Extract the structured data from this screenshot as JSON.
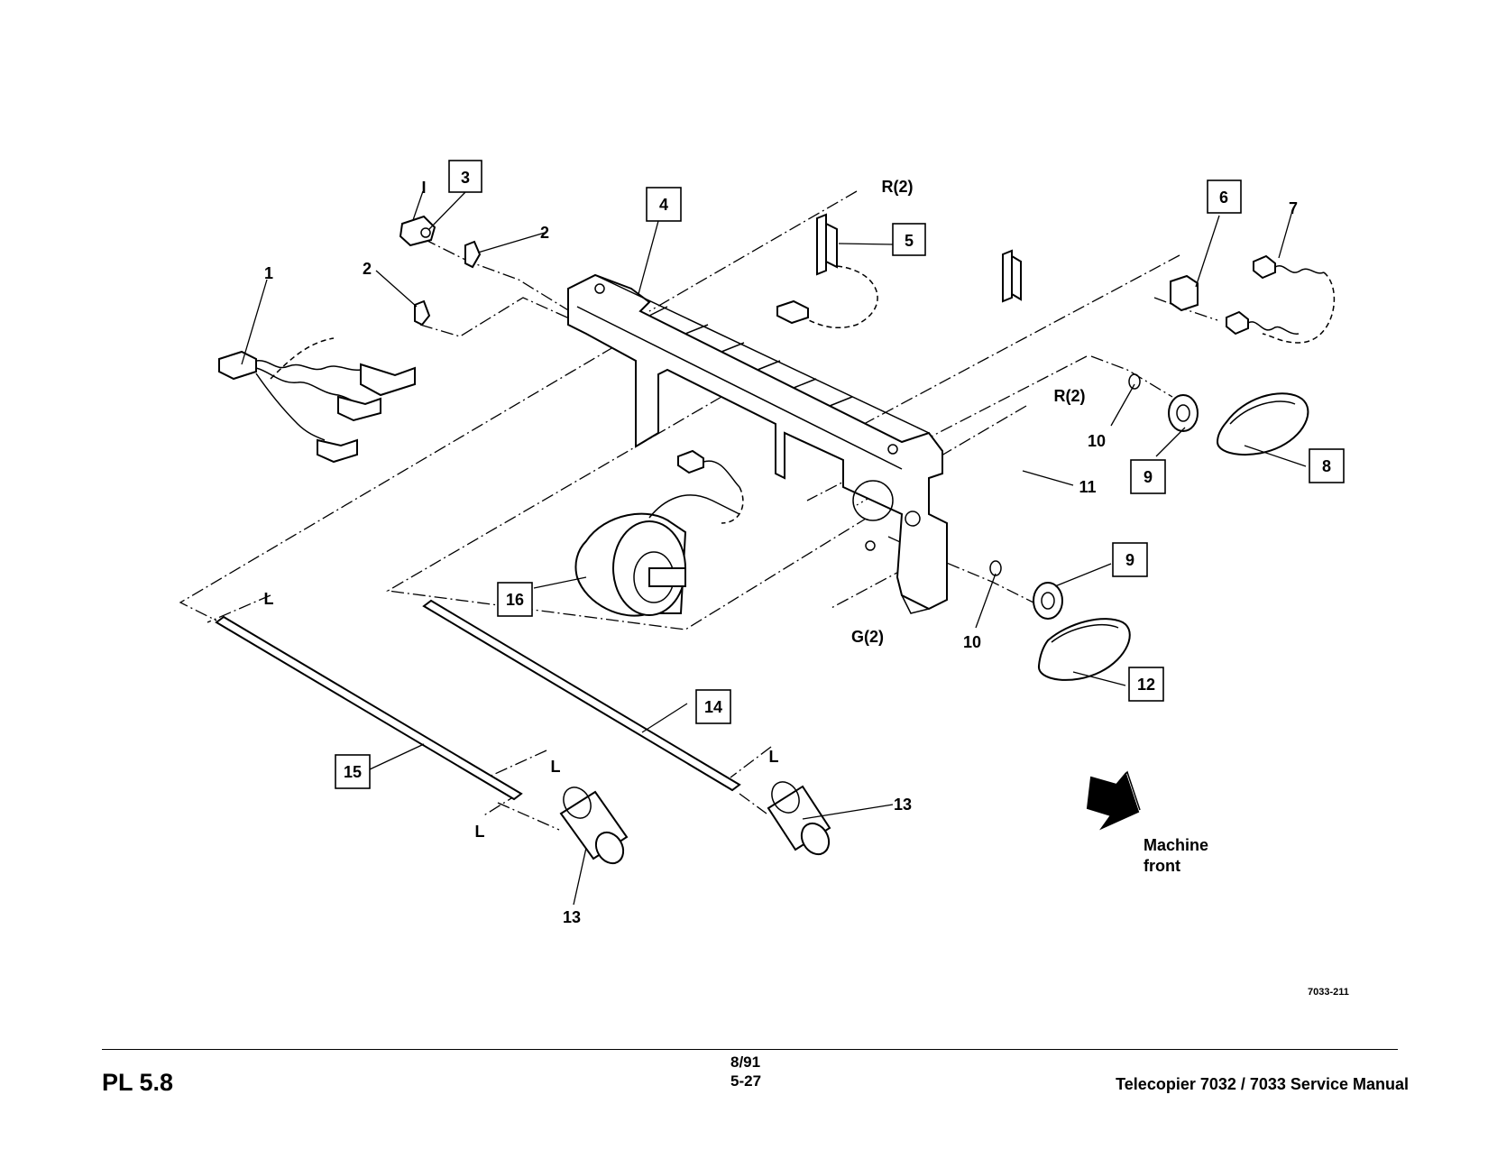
{
  "callouts": {
    "c1": "1",
    "c2a": "2",
    "c2b": "2",
    "c3": "3",
    "c4": "4",
    "c5": "5",
    "c6": "6",
    "c7": "7",
    "c8": "8",
    "c9a": "9",
    "c9b": "9",
    "c10a": "10",
    "c10b": "10",
    "c11": "11",
    "c12": "12",
    "c13a": "13",
    "c13b": "13",
    "c14": "14",
    "c15": "15",
    "c16": "16"
  },
  "refs": {
    "i": "I",
    "r2a": "R(2)",
    "r2b": "R(2)",
    "g2": "G(2)",
    "l1": "L",
    "l2": "L",
    "l3": "L",
    "l4": "L"
  },
  "front_label": {
    "line1": "Machine",
    "line2": "front"
  },
  "figure_id": "7033-211",
  "footer": {
    "section": "PL 5.8",
    "date": "8/91",
    "page": "5-27",
    "manual": "Telecopier 7032 / 7033 Service Manual"
  }
}
